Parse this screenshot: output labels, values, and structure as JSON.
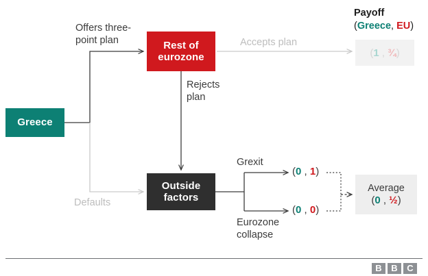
{
  "nodes": {
    "greece": "Greece",
    "eurozone": "Rest of\neurozone",
    "outside": "Outside\nfactors"
  },
  "edges": {
    "offers": "Offers three-\npoint plan",
    "accepts": "Accepts plan",
    "rejects": "Rejects\nplan",
    "defaults": "Defaults",
    "grexit": "Grexit",
    "collapse": "Eurozone\ncollapse"
  },
  "payoff_header": {
    "title": "Payoff",
    "open_paren": "(",
    "player_a": "Greece",
    "separator": ", ",
    "player_b": "EU",
    "close_paren": ")"
  },
  "payoffs": {
    "accept": {
      "open": "(",
      "greece": "1",
      "sep": " , ",
      "eu": "¾",
      "close": ")"
    },
    "grexit": {
      "open": "(",
      "greece": "0",
      "sep": " , ",
      "eu": "1",
      "close": ")"
    },
    "collapse": {
      "open": "(",
      "greece": "0",
      "sep": " , ",
      "eu": "0",
      "close": ")"
    },
    "average": {
      "word": "Average",
      "open": "(",
      "greece": "0",
      "sep": " , ",
      "eu": "½",
      "close": ")"
    }
  },
  "footer": {
    "b1": "B",
    "b2": "B",
    "b3": "C"
  },
  "colors": {
    "greece_teal": "#0d8074",
    "eu_red": "#d0191e",
    "outside_dark": "#2f2f2f",
    "faded_grey": "#bdbdbd",
    "chip_grey": "#eeeeee",
    "line_dark": "#3b3b3b"
  }
}
